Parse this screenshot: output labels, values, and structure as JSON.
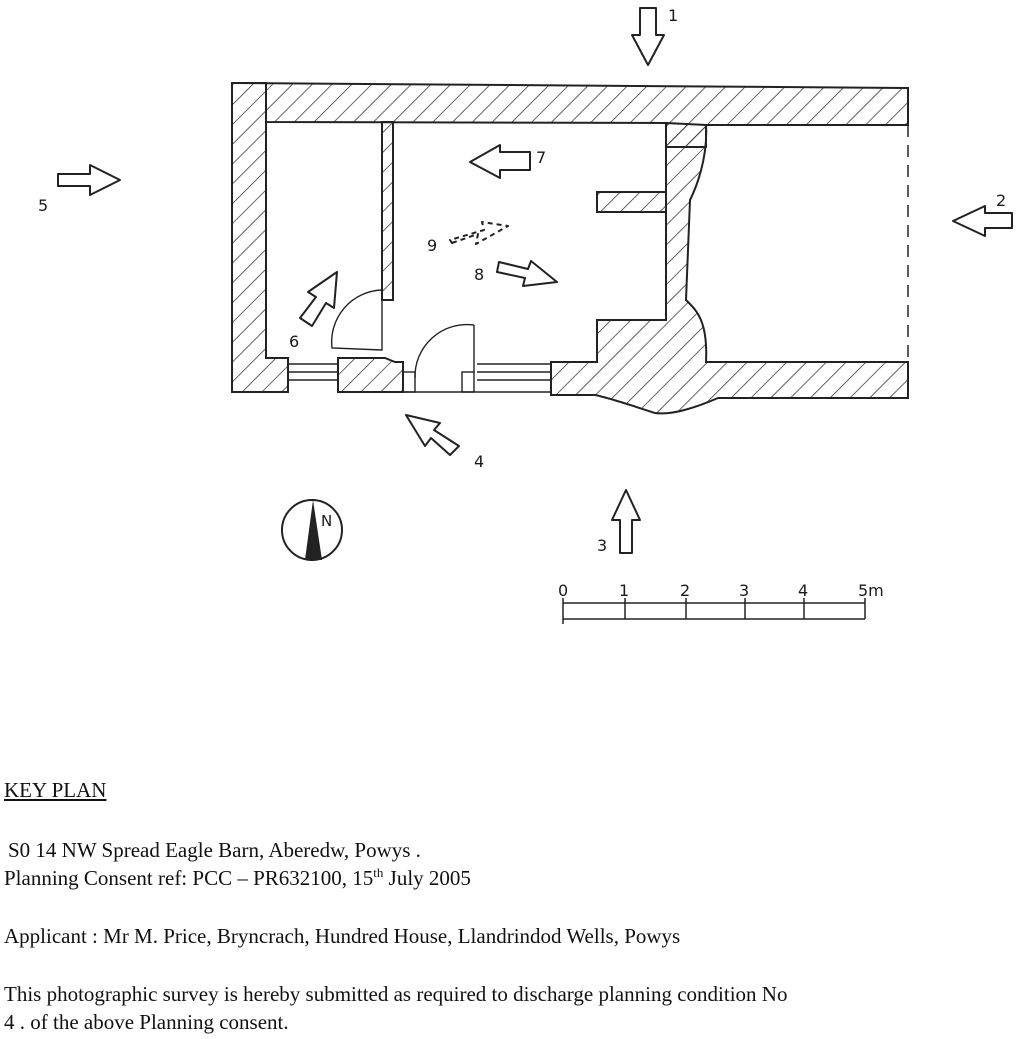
{
  "diagram": {
    "view_labels": [
      "1",
      "2",
      "3",
      "4",
      "5",
      "6",
      "7",
      "8",
      "9"
    ],
    "compass_label": "N",
    "scale": {
      "ticks": [
        "0",
        "1",
        "2",
        "3",
        "4",
        "5m"
      ]
    }
  },
  "document": {
    "title": "KEY PLAN",
    "location": "S0  14 NW Spread Eagle Barn, Aberedw, Powys .",
    "consent_prefix": "Planning Consent ref: PCC – PR632100, 15",
    "consent_sup": "th",
    "consent_suffix": " July 2005",
    "applicant": "Applicant : Mr M. Price, Bryncrach, Hundred House, Llandrindod Wells, Powys",
    "survey_line1": "This photographic survey is hereby submitted  as required to discharge planning condition No",
    "survey_line2": "4 . of the above Planning consent."
  }
}
